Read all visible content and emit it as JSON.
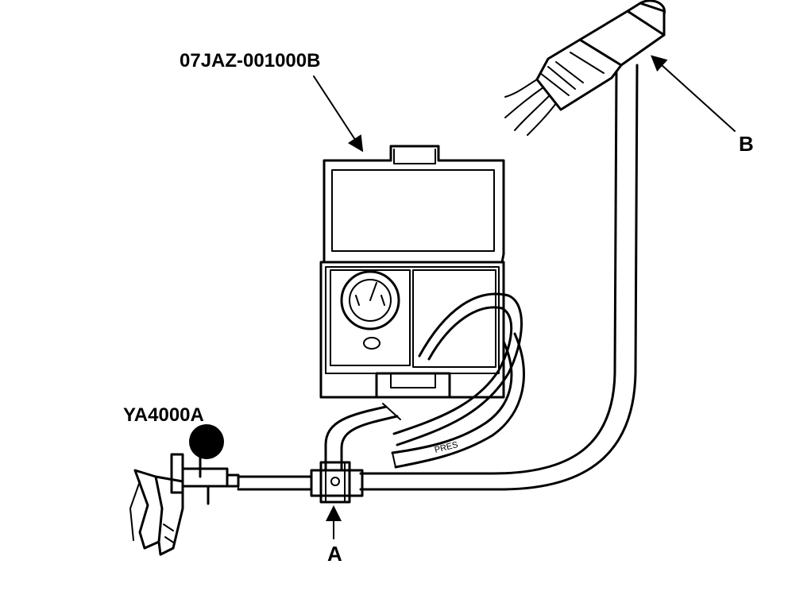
{
  "labels": {
    "tester_part_number": "07JAZ-001000B",
    "pump_part_number": "YA4000A",
    "callout_a": "A",
    "callout_b": "B",
    "hose_marking": "PRES"
  }
}
